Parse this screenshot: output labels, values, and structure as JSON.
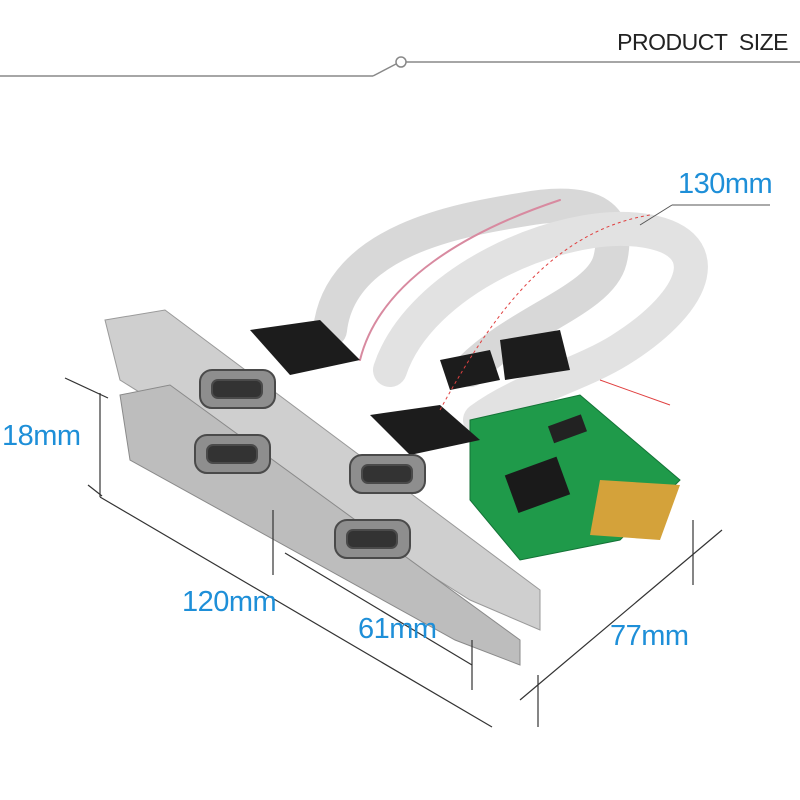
{
  "header": {
    "title": "PRODUCT SIZE",
    "line_color": "#888888"
  },
  "dimensions": {
    "cable_length": "130mm",
    "height": "18mm",
    "bracket_length": "120mm",
    "card_length": "61mm",
    "card_width": "77mm"
  },
  "colors": {
    "label": "#1e8fd8",
    "pcb": "#1f9a4a",
    "bracket": "#c9c9c9",
    "cable": "#dcdcdc"
  }
}
